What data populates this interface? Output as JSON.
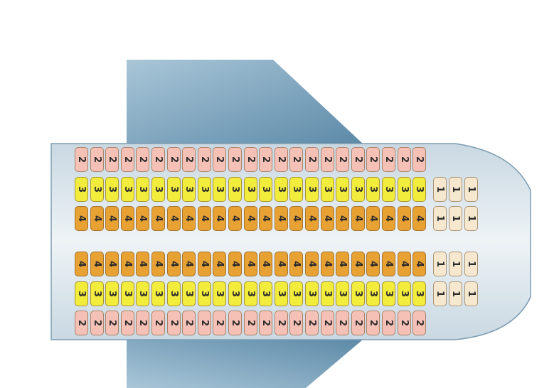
{
  "seat_colors": {
    "1": "#f6e7cf",
    "2": "#f5c0b5",
    "3": "#f2ec3c",
    "4": "#e8a133"
  },
  "plane_colors": {
    "wing": "#8fb3c9",
    "wing_dark": "#4f7f9e",
    "fuselage": "#dfe8ee",
    "fuselage_edge": "#6f94ad"
  },
  "cabin": {
    "main_rows": [
      {
        "class_label": "2",
        "count": 23
      },
      {
        "class_label": "3",
        "count": 23
      },
      {
        "class_label": "4",
        "count": 23
      },
      {
        "class_label": "4",
        "count": 23
      },
      {
        "class_label": "3",
        "count": 23
      },
      {
        "class_label": "2",
        "count": 23
      }
    ],
    "front_rows": [
      {
        "class_label": "1",
        "count": 3
      },
      {
        "class_label": "1",
        "count": 3
      },
      {
        "class_label": "1",
        "count": 3
      },
      {
        "class_label": "1",
        "count": 3
      }
    ]
  }
}
